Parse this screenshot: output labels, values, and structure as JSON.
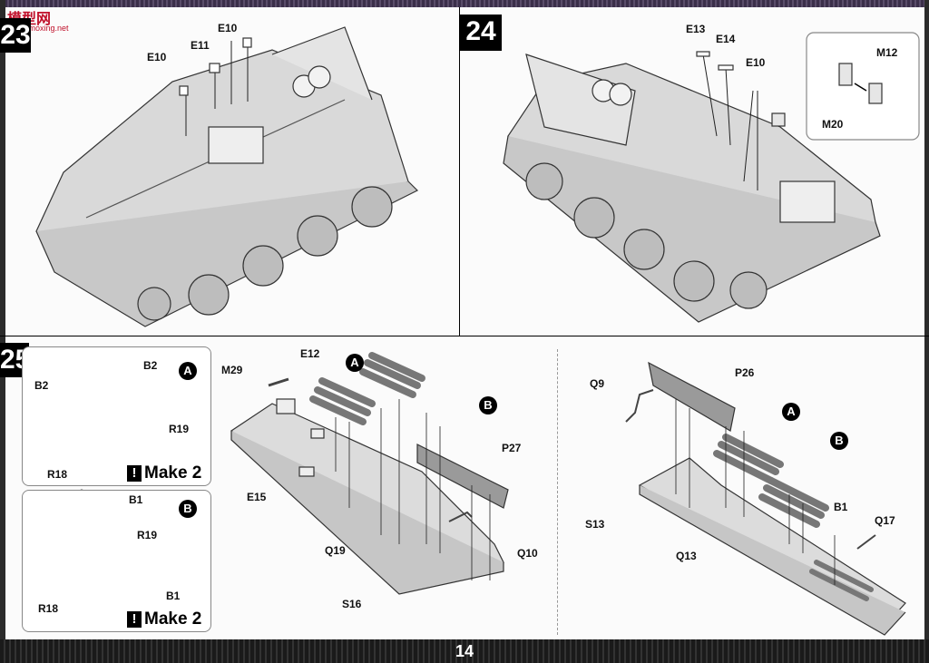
{
  "watermark": {
    "brand": "模型网",
    "url": "www.moxing.net"
  },
  "page_number": "14",
  "steps": {
    "step23": {
      "number": "23",
      "labels": {
        "e10_left": "E10",
        "e11": "E11",
        "e10_top": "E10"
      }
    },
    "step24": {
      "number": "24",
      "labels": {
        "e13": "E13",
        "e14": "E14",
        "e10": "E10"
      },
      "inset": {
        "m12": "M12",
        "m20": "M20"
      }
    },
    "step25": {
      "number": "25",
      "box_a": {
        "badge": "A",
        "b2_top": "B2",
        "b2_left": "B2",
        "r19": "R19",
        "r18": "R18",
        "make": "Make 2"
      },
      "box_b": {
        "badge": "B",
        "b1_top": "B1",
        "r19": "R19",
        "r18": "R18",
        "b1_bottom": "B1",
        "make": "Make 2"
      },
      "center": {
        "m29": "M29",
        "e12": "E12",
        "badge_a": "A",
        "badge_b": "B",
        "p27": "P27",
        "e15": "E15",
        "q19": "Q19",
        "q10": "Q10",
        "s16": "S16"
      },
      "right": {
        "q9": "Q9",
        "p26": "P26",
        "badge_a": "A",
        "badge_b": "B",
        "b1": "B1",
        "q17": "Q17",
        "s13": "S13",
        "q13": "Q13"
      }
    }
  },
  "icons": [
    "exclamation-icon"
  ]
}
